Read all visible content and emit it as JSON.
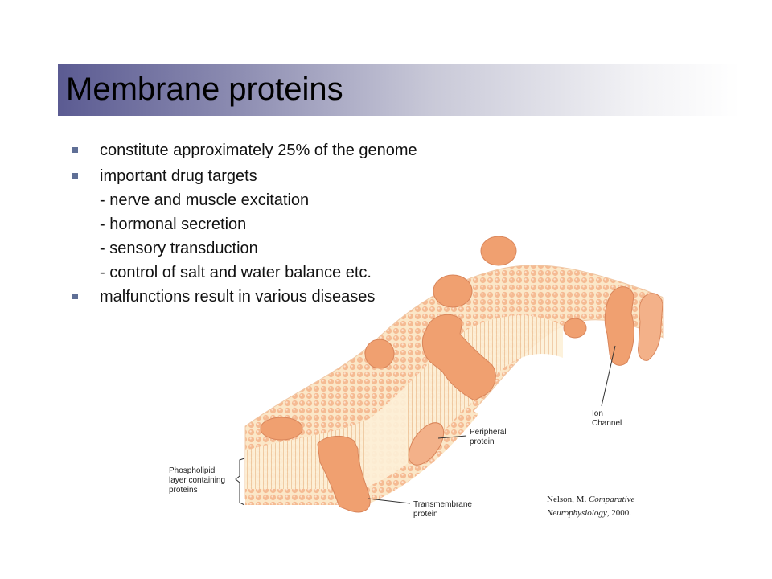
{
  "slide": {
    "title": "Membrane proteins",
    "bullets": [
      {
        "text": "constitute approximately 25% of the genome"
      },
      {
        "text": "important drug targets"
      },
      {
        "text": "malfunctions result in various diseases"
      }
    ],
    "sub_items": [
      "- nerve and muscle excitation",
      "- hormonal secretion",
      "- sensory transduction",
      "- control of salt and water balance etc."
    ]
  },
  "figure": {
    "labels": {
      "phospholipid_line1": "Phospholipid",
      "phospholipid_line2": "layer containing",
      "phospholipid_line3": "proteins",
      "peripheral_line1": "Peripheral",
      "peripheral_line2": "protein",
      "transmembrane_line1": "Transmembrane",
      "transmembrane_line2": "protein",
      "ion_line1": "Ion",
      "ion_line2": "Channel"
    },
    "colors": {
      "protein": "#f0a070",
      "lipid_head": "#f7c7a3",
      "lipid_tail": "#fbe7c8"
    }
  },
  "citation": {
    "author": "Nelson, M. ",
    "title_part1": "Comparative",
    "title_part2": "Neurophysiology",
    "year": ", 2000."
  }
}
